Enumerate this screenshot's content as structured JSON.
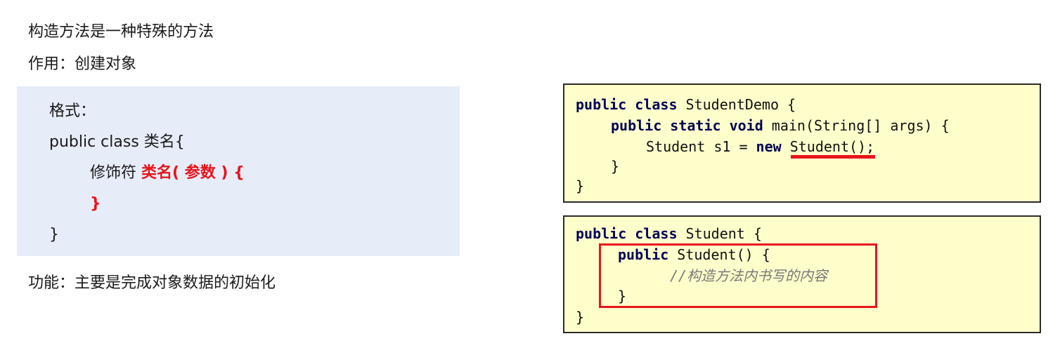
{
  "heading": "构造方法是一种特殊的方法",
  "purpose": "作用：创建对象",
  "function": "功能：主要是完成对象数据的初始化",
  "format": {
    "label": "格式：",
    "class_line": "public class 类名{",
    "ctor_modifier": "修饰符 ",
    "ctor_signature": "类名( 参数 ) {",
    "close_inner": "}",
    "close_outer": "}"
  },
  "code_demo": {
    "l1_kw": "public class",
    "l1_rest": " StudentDemo {",
    "l2_kw": "public static void",
    "l2_rest": " main(String[] args) {",
    "l3_a": "Student s1 = ",
    "l3_kw": "new",
    "l3_b": " Student();",
    "l4": "}",
    "l5": "}"
  },
  "code_student": {
    "l1_kw": "public class",
    "l1_rest": " Student {",
    "l2_kw": "public",
    "l2_rest": " Student() {",
    "l3_comment": "//构造方法内书写的内容",
    "l4": "}",
    "l5": "}"
  },
  "colors": {
    "highlight_red": "#e8141c",
    "format_box_bg": "#e6ecf8",
    "code_box_bg": "#ffffcc"
  }
}
